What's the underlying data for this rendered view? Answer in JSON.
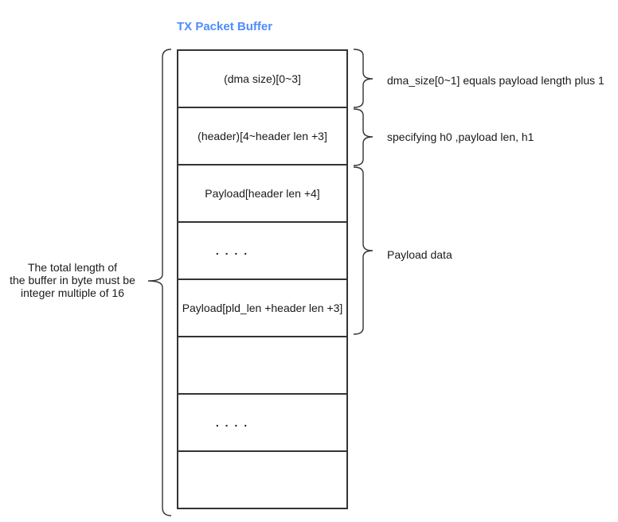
{
  "title": "TX Packet Buffer",
  "colors": {
    "title_blue": "#4d8cff",
    "line": "#333333",
    "text": "#1a1a1a"
  },
  "left_note": {
    "line1": "The total length of",
    "line2": "the buffer in byte must be",
    "line3": "integer multiple of 16"
  },
  "buffer": {
    "cells": [
      {
        "label": "(dma size)[0~3]"
      },
      {
        "label": "(header)[4~header len +3]"
      },
      {
        "label": "Payload[header len +4]"
      },
      {
        "label": ". . . ."
      },
      {
        "label": "Payload[pld_len +header len +3]"
      },
      {
        "label": ""
      },
      {
        "label": ". . . ."
      },
      {
        "label": ""
      }
    ]
  },
  "annotations": [
    {
      "text": "dma_size[0~1] equals payload length plus 1"
    },
    {
      "text": "specifying h0 ,payload len, h1"
    },
    {
      "text": "Payload data"
    }
  ]
}
